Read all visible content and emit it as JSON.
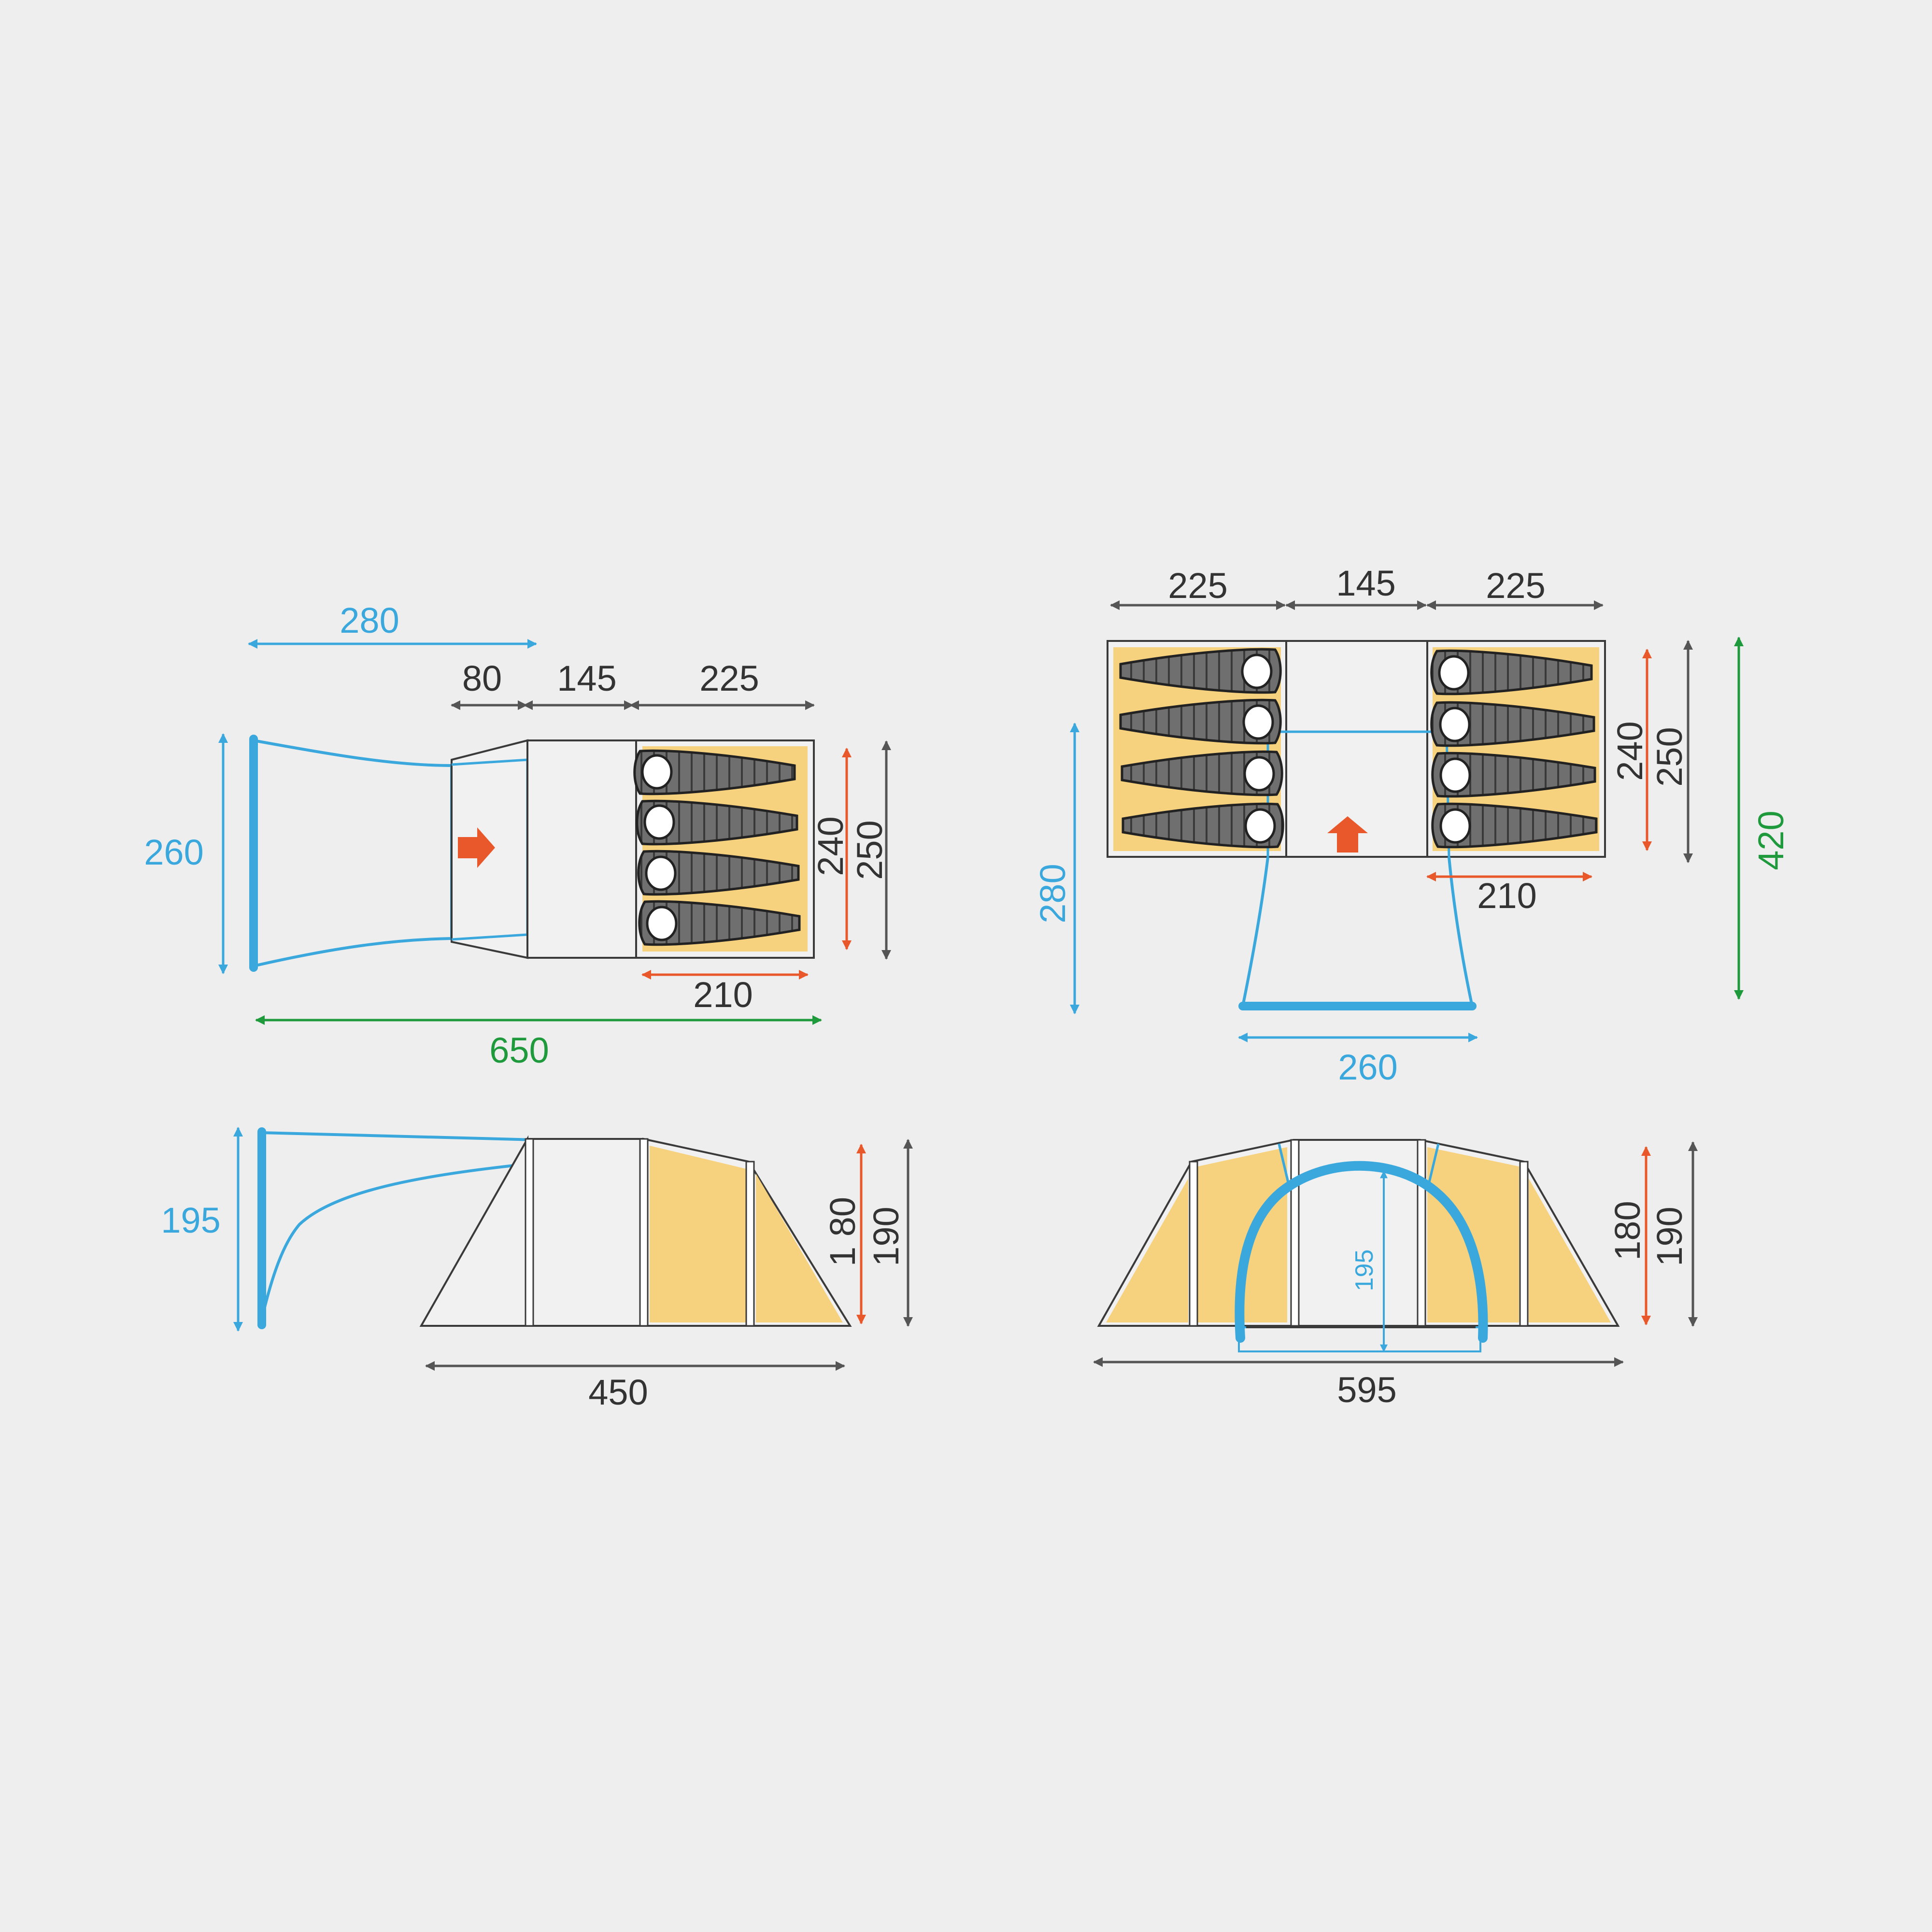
{
  "colors": {
    "background": "#eeeeee",
    "outline": "#3a3a3a",
    "blue": "#3aa8dd",
    "orange": "#e8582a",
    "green": "#1e9a3c",
    "gray_arrow": "#555555",
    "bedroom_fill": "#f7d27e",
    "floor_fill": "#f1f1f1",
    "sleeping_bag": "#6f6f6f",
    "sleeping_bag_stripe": "#3a3a3a",
    "pillow": "#ffffff"
  },
  "icons": {
    "entrance": "arrow-right-icon",
    "entrance_front": "arrow-up-icon",
    "sleeping_bag": "sleeping-bag-icon"
  },
  "side_plan": {
    "awning_length": "280",
    "vestibule": "80",
    "living": "145",
    "bedroom": "225",
    "awning_width": "260",
    "inner_width": "240",
    "outer_width": "250",
    "inner_depth": "210",
    "total_length": "650"
  },
  "front_plan": {
    "bedroom_left": "225",
    "living": "145",
    "bedroom_right": "225",
    "inner_width": "240",
    "outer_width": "250",
    "total_depth": "420",
    "awning_depth": "280",
    "inner_depth": "210",
    "awning_width": "260"
  },
  "side_elevation": {
    "awning_height": "195",
    "inner_height": "1 80",
    "outer_height": "190",
    "length": "450"
  },
  "front_elevation": {
    "door_height": "195",
    "inner_height": "180",
    "outer_height": "190",
    "width": "595"
  }
}
